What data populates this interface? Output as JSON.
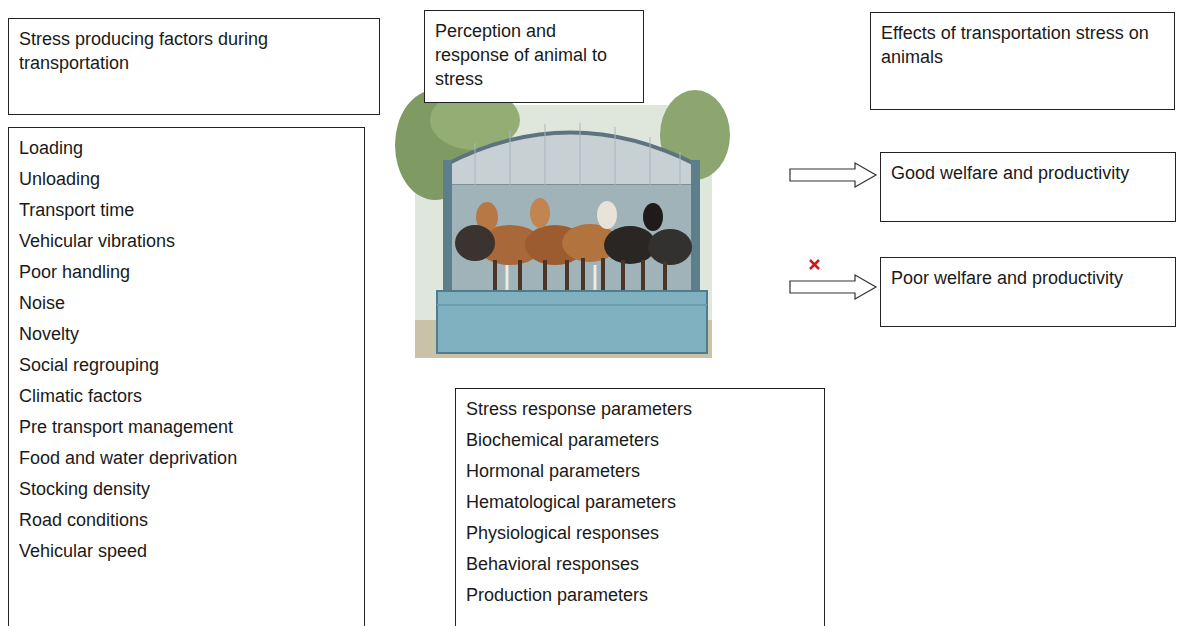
{
  "diagram": {
    "nodes": [
      {
        "text": [
          "Stress producing factors during transportation"
        ]
      },
      {
        "text": [
          "Perception and response of animal to stress"
        ]
      },
      {
        "text": [
          "Effects of transportation stress on animals"
        ]
      },
      {
        "text": [
          "Loading",
          "Unloading",
          "Transport time",
          "Vehicular vibrations",
          "Poor handling",
          "Noise",
          "Novelty",
          "Social regrouping",
          "Climatic factors",
          "Pre transport management",
          "Food and water deprivation",
          "Stocking density",
          "Road conditions",
          "Vehicular speed"
        ]
      },
      {
        "text": [
          "Good welfare and productivity"
        ]
      },
      {
        "text": [
          "Poor welfare and productivity"
        ]
      },
      {
        "text": [
          "Stress response parameters",
          "Biochemical parameters",
          "Hormonal parameters",
          "Hematological parameters",
          "Physiological responses",
          "Behavioral responses",
          "Production parameters"
        ]
      }
    ]
  }
}
